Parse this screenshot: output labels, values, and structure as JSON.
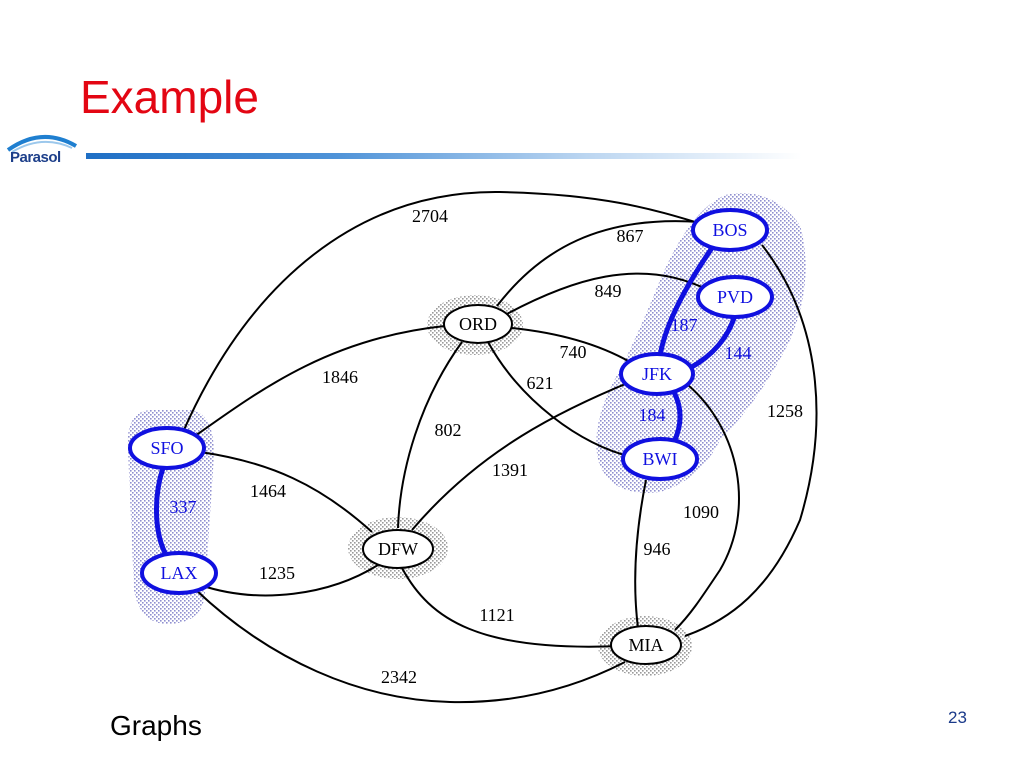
{
  "slide": {
    "title": "Example",
    "logo_text": "Parasol",
    "footer": "Graphs",
    "page_number": "23"
  },
  "graph": {
    "nodes": [
      {
        "id": "SFO",
        "label": "SFO",
        "highlighted": true
      },
      {
        "id": "LAX",
        "label": "LAX",
        "highlighted": true
      },
      {
        "id": "ORD",
        "label": "ORD",
        "highlighted": false
      },
      {
        "id": "DFW",
        "label": "DFW",
        "highlighted": false
      },
      {
        "id": "JFK",
        "label": "JFK",
        "highlighted": true
      },
      {
        "id": "BOS",
        "label": "BOS",
        "highlighted": true
      },
      {
        "id": "PVD",
        "label": "PVD",
        "highlighted": true
      },
      {
        "id": "BWI",
        "label": "BWI",
        "highlighted": true
      },
      {
        "id": "MIA",
        "label": "MIA",
        "highlighted": false
      }
    ],
    "edges": [
      {
        "from": "SFO",
        "to": "BOS",
        "weight": "2704",
        "highlighted": false
      },
      {
        "from": "ORD",
        "to": "BOS",
        "weight": "867",
        "highlighted": false
      },
      {
        "from": "ORD",
        "to": "PVD",
        "weight": "849",
        "highlighted": false
      },
      {
        "from": "SFO",
        "to": "ORD",
        "weight": "1846",
        "highlighted": false
      },
      {
        "from": "ORD",
        "to": "JFK",
        "weight": "740",
        "highlighted": false
      },
      {
        "from": "ORD",
        "to": "BWI",
        "weight": "621",
        "highlighted": false
      },
      {
        "from": "ORD",
        "to": "DFW",
        "weight": "802",
        "highlighted": false
      },
      {
        "from": "DFW",
        "to": "JFK",
        "weight": "1391",
        "highlighted": false
      },
      {
        "from": "SFO",
        "to": "DFW",
        "weight": "1464",
        "highlighted": false
      },
      {
        "from": "LAX",
        "to": "DFW",
        "weight": "1235",
        "highlighted": false
      },
      {
        "from": "DFW",
        "to": "MIA",
        "weight": "1121",
        "highlighted": false
      },
      {
        "from": "LAX",
        "to": "MIA",
        "weight": "2342",
        "highlighted": false
      },
      {
        "from": "BWI",
        "to": "MIA",
        "weight": "946",
        "highlighted": false
      },
      {
        "from": "JFK",
        "to": "MIA",
        "weight": "1090",
        "highlighted": false
      },
      {
        "from": "BOS",
        "to": "MIA",
        "weight": "1258",
        "highlighted": false
      },
      {
        "from": "SFO",
        "to": "LAX",
        "weight": "337",
        "highlighted": true
      },
      {
        "from": "BOS",
        "to": "JFK",
        "weight": "187",
        "highlighted": true
      },
      {
        "from": "PVD",
        "to": "JFK",
        "weight": "144",
        "highlighted": true
      },
      {
        "from": "JFK",
        "to": "BWI",
        "weight": "184",
        "highlighted": true
      }
    ]
  },
  "colors": {
    "title": "#e30613",
    "highlight": "#1010e0",
    "edge": "#000000",
    "shade": "#b8b8dc",
    "node_shade": "#c8c8c8"
  }
}
